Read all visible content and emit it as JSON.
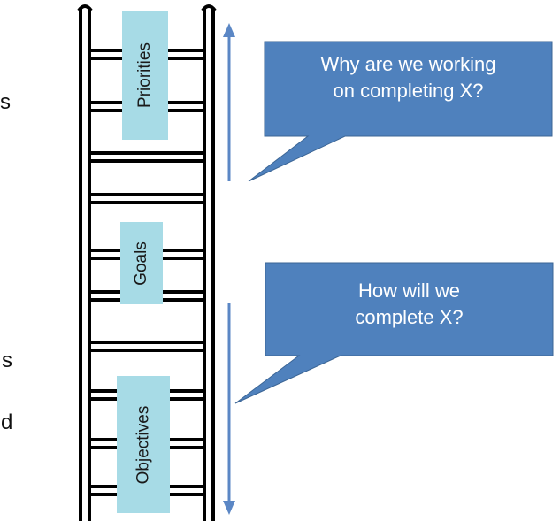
{
  "labels": {
    "priorities": "Priorities",
    "goals": "Goals",
    "objectives": "Objectives"
  },
  "callouts": {
    "why": {
      "line1": "Why are we working",
      "line2": "on completing X?"
    },
    "how": {
      "line1": "How will we",
      "line2": "complete X?"
    }
  },
  "edge_fragments": [
    "s",
    "s",
    "d"
  ],
  "colors": {
    "callout_fill": "#4f81bd",
    "label_fill": "#a7dbe6",
    "arrow": "#5b87c5",
    "ladder": "#000000"
  }
}
